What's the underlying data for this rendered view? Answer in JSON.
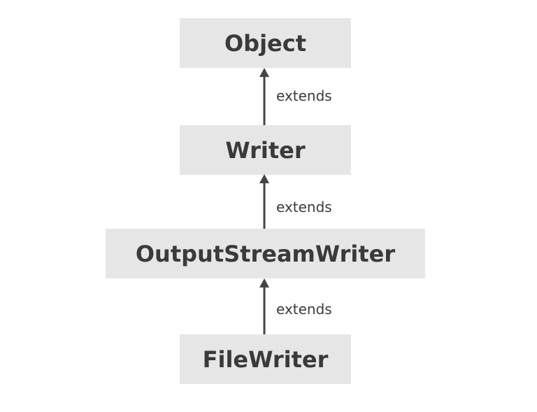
{
  "classes": [
    "Object",
    "Writer",
    "OutputStreamWriter",
    "FileWriter"
  ],
  "relations": [
    {
      "from": "Writer",
      "to": "Object",
      "label": "extends"
    },
    {
      "from": "OutputStreamWriter",
      "to": "Writer",
      "label": "extends"
    },
    {
      "from": "FileWriter",
      "to": "OutputStreamWriter",
      "label": "extends"
    }
  ],
  "colors": {
    "box_fill": "#e6e6e6",
    "text": "#3a3a3a",
    "arrow": "#444444"
  }
}
